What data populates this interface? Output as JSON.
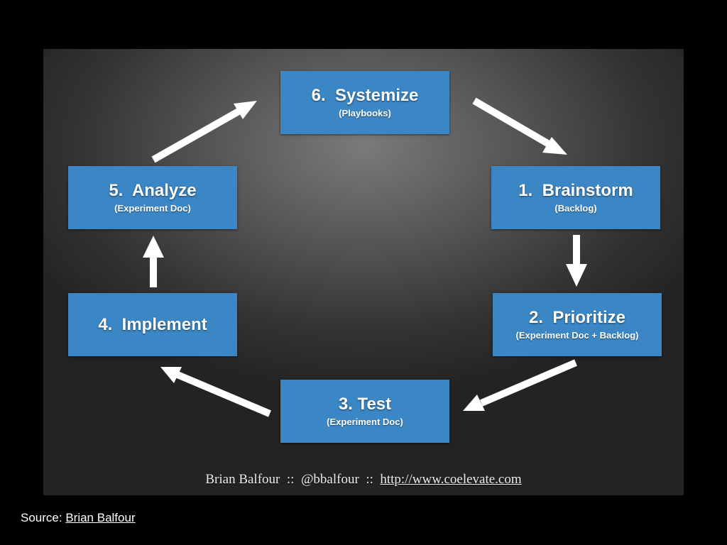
{
  "diagram": {
    "steps": [
      {
        "id": "systemize",
        "title": "6.  Systemize",
        "subtitle": "(Playbooks)"
      },
      {
        "id": "brainstorm",
        "title": "1.  Brainstorm",
        "subtitle": "(Backlog)"
      },
      {
        "id": "prioritize",
        "title": "2.  Prioritize",
        "subtitle": "(Experiment Doc + Backlog)"
      },
      {
        "id": "test",
        "title": "3. Test",
        "subtitle": "(Experiment Doc)"
      },
      {
        "id": "implement",
        "title": "4.  Implement",
        "subtitle": ""
      },
      {
        "id": "analyze",
        "title": "5.  Analyze",
        "subtitle": "(Experiment Doc)"
      }
    ],
    "flow": [
      {
        "from": "systemize",
        "to": "brainstorm"
      },
      {
        "from": "brainstorm",
        "to": "prioritize"
      },
      {
        "from": "prioritize",
        "to": "test"
      },
      {
        "from": "test",
        "to": "implement"
      },
      {
        "from": "implement",
        "to": "analyze"
      },
      {
        "from": "analyze",
        "to": "systemize"
      }
    ],
    "byline": {
      "author": "Brian Balfour",
      "separator": "::",
      "handle": "@bbalfour",
      "url": "http://www.coelevate.com"
    },
    "colors": {
      "box": "#3b86c4",
      "arrow": "#ffffff",
      "page_background": "#000000"
    }
  },
  "source": {
    "label": "Source:",
    "link_text": "Brian Balfour"
  }
}
